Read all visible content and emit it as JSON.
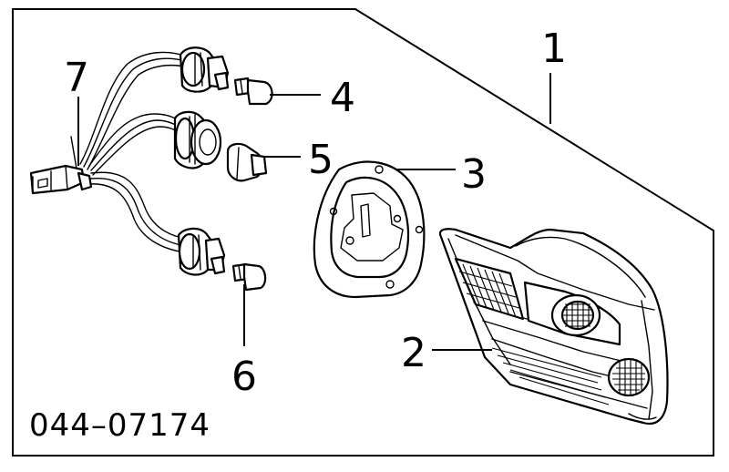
{
  "figure": {
    "diagram_code": "044–07174",
    "callouts": [
      {
        "number": "1",
        "part": "tail-lamp-assembly"
      },
      {
        "number": "2",
        "part": "lens-and-housing"
      },
      {
        "number": "3",
        "part": "gasket"
      },
      {
        "number": "4",
        "part": "bulb"
      },
      {
        "number": "5",
        "part": "bulb"
      },
      {
        "number": "6",
        "part": "bulb"
      },
      {
        "number": "7",
        "part": "socket-and-wire"
      }
    ]
  },
  "colors": {
    "line": "#000000",
    "background": "#ffffff"
  }
}
